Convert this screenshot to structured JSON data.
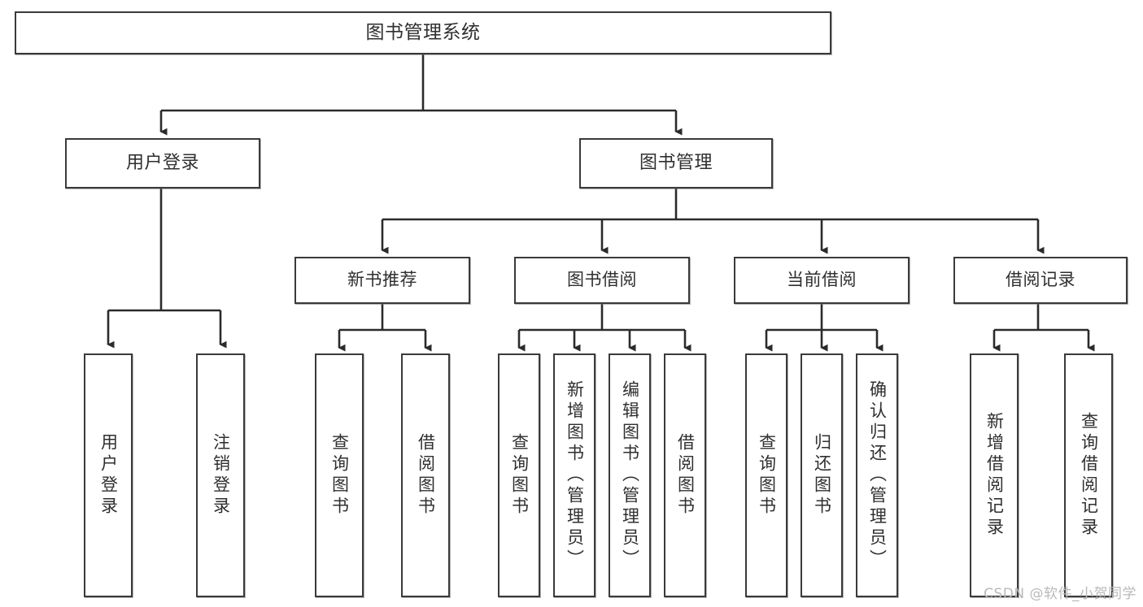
{
  "diagram": {
    "type": "tree-hierarchy",
    "title": "图书管理系统",
    "orientation": "top-down",
    "colors": {
      "background": "#ffffff",
      "box_border": "#3a3a3a",
      "box_fill": "#ffffff",
      "text": "#2f2f2f",
      "connector": "#2b2b2b",
      "watermark": "#b9b9b9"
    },
    "root": {
      "label": "图书管理系统"
    },
    "level2": [
      {
        "label": "用户登录"
      },
      {
        "label": "图书管理"
      }
    ],
    "level3": [
      {
        "label": "新书推荐"
      },
      {
        "label": "图书借阅"
      },
      {
        "label": "当前借阅"
      },
      {
        "label": "借阅记录"
      }
    ],
    "leaves": {
      "user_login": [
        {
          "label": "用户登录"
        },
        {
          "label": "注销登录"
        }
      ],
      "new_book_recommend": [
        {
          "label": "查询图书"
        },
        {
          "label": "借阅图书"
        }
      ],
      "book_borrow": [
        {
          "label": "查询图书"
        },
        {
          "label": "新增图书（管理员）"
        },
        {
          "label": "编辑图书（管理员）"
        },
        {
          "label": "借阅图书"
        }
      ],
      "current_borrow": [
        {
          "label": "查询图书"
        },
        {
          "label": "归还图书"
        },
        {
          "label": "确认归还（管理员）"
        }
      ],
      "borrow_record": [
        {
          "label": "新增借阅记录"
        },
        {
          "label": "查询借阅记录"
        }
      ]
    }
  },
  "watermark": {
    "text": "CSDN @软件_小贺同学"
  }
}
